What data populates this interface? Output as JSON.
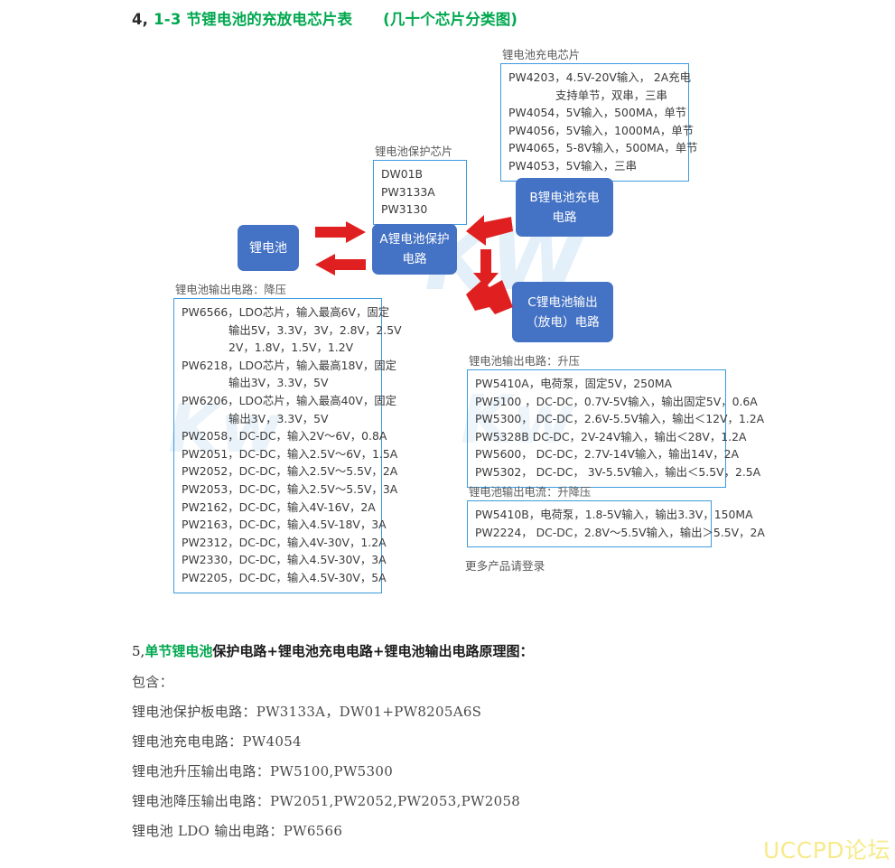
{
  "heading4": {
    "number": "4,",
    "title": "1-3 节锂电池的充放电芯片表",
    "subtitle": "(几十个芯片分类图)"
  },
  "charging_chips": {
    "label": "锂电池充电芯片",
    "rows": [
      {
        "text": "PW4203，4.5V-20V输入， 2A充电",
        "indent": false
      },
      {
        "text": "支持单节，双串，三串",
        "indent": true
      },
      {
        "text": "PW4054，5V输入，500MA，单节",
        "indent": false
      },
      {
        "text": "PW4056，5V输入，1000MA，单节",
        "indent": false
      },
      {
        "text": "PW4065，5-8V输入，500MA，单节",
        "indent": false
      },
      {
        "text": "PW4053，5V输入，三串",
        "indent": false
      }
    ]
  },
  "protection_chips": {
    "label": "锂电池保护芯片",
    "rows": [
      {
        "text": "DW01B",
        "indent": false
      },
      {
        "text": "PW3133A",
        "indent": false
      },
      {
        "text": "PW3130",
        "indent": false
      }
    ]
  },
  "blocks": {
    "battery": "锂电池",
    "protection": "A锂电池保护\n电路",
    "protection_l1": "A锂电池保护",
    "protection_l2": "电路",
    "charge_l1": "B锂电池充电",
    "charge_l2": "电路",
    "output_l1": "C锂电池输出",
    "output_l2": "（放电）电路"
  },
  "buck_box": {
    "label": "锂电池输出电路：降压",
    "rows": [
      {
        "text": "PW6566，LDO芯片，输入最高6V，固定",
        "indent": false
      },
      {
        "text": "输出5V，3.3V，3V，2.8V，2.5V",
        "indent": true
      },
      {
        "text": "2V，1.8V，1.5V，1.2V",
        "indent": true
      },
      {
        "text": "PW6218，LDO芯片，输入最高18V，固定",
        "indent": false
      },
      {
        "text": "输出3V，3.3V，5V",
        "indent": true
      },
      {
        "text": "PW6206，LDO芯片，输入最高40V，固定",
        "indent": false
      },
      {
        "text": "输出3V，3.3V，5V",
        "indent": true
      },
      {
        "text": "PW2058，DC-DC，输入2V～6V，0.8A",
        "indent": false
      },
      {
        "text": "PW2051，DC-DC，输入2.5V～6V，1.5A",
        "indent": false
      },
      {
        "text": "PW2052，DC-DC，输入2.5V～5.5V，2A",
        "indent": false
      },
      {
        "text": "PW2053，DC-DC，输入2.5V～5.5V，3A",
        "indent": false
      },
      {
        "text": "PW2162，DC-DC，输入4V-16V，2A",
        "indent": false
      },
      {
        "text": "PW2163，DC-DC，输入4.5V-18V，3A",
        "indent": false
      },
      {
        "text": "PW2312，DC-DC，输入4V-30V，1.2A",
        "indent": false
      },
      {
        "text": "PW2330，DC-DC，输入4.5V-30V，3A",
        "indent": false
      },
      {
        "text": "PW2205，DC-DC，输入4.5V-30V，5A",
        "indent": false
      }
    ]
  },
  "boost_box": {
    "label": "锂电池输出电路：升压",
    "rows": [
      {
        "text": "PW5410A，电荷泵，固定5V，250MA",
        "indent": false
      },
      {
        "text": "PW5100 ，DC-DC，0.7V-5V输入，输出固定5V，0.6A",
        "indent": false
      },
      {
        "text": "PW5300， DC-DC，2.6V-5.5V输入，输出＜12V，1.2A",
        "indent": false
      },
      {
        "text": "PW5328B  DC-DC，2V-24V输入，输出＜28V，1.2A",
        "indent": false
      },
      {
        "text": "PW5600，  DC-DC，2.7V-14V输入，输出14V，2A",
        "indent": false
      },
      {
        "text": "PW5302，  DC-DC， 3V-5.5V输入，输出＜5.5V，2.5A",
        "indent": false
      }
    ]
  },
  "buckboost_box": {
    "label": "锂电池输出电流：升降压",
    "rows": [
      {
        "text": "PW5410B，电荷泵，1.8-5V输入，输出3.3V，150MA",
        "indent": false
      },
      {
        "text": "PW2224，  DC-DC，2.8V～5.5V输入，输出＞5.5V，2A",
        "indent": false
      }
    ]
  },
  "more_products": "更多产品请登录",
  "heading5": {
    "number": "5,",
    "green": "单节锂电池",
    "black": "保护电路+锂电池充电电路+锂电池输出电路原理图："
  },
  "bottom_lines": [
    "包含：",
    "锂电池保护板电路：PW3133A，DW01+PW8205A6S",
    "锂电池充电电路：PW4054",
    "锂电池升压输出电路：PW5100,PW5300",
    "锂电池降压输出电路：PW2051,PW2052,PW2053,PW2058",
    "锂电池 LDO 输出电路：PW6566"
  ],
  "watermark": {
    "logo": "KW",
    "bottom": "UCCPD论坛"
  },
  "colors": {
    "heading_green": "#00a84f",
    "box_blue": "#4472c4",
    "border_blue": "#3d9bde",
    "arrow_red": "#e02020",
    "watermark_yellow": "#f7ea8a",
    "watermark_blue": "#dceaf7"
  }
}
